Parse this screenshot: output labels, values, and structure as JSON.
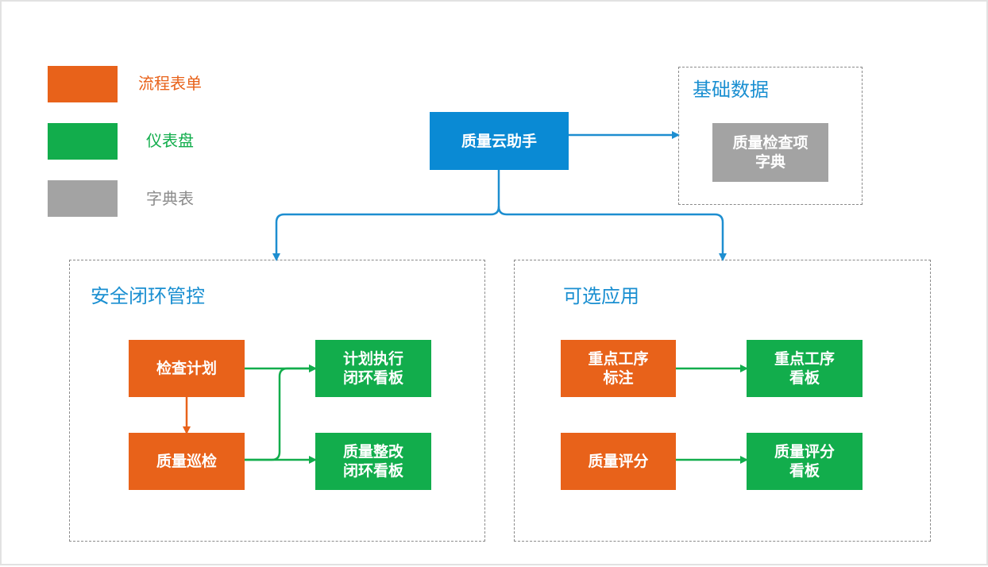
{
  "colors": {
    "process_form": "#e8621a",
    "dashboard": "#12ad4c",
    "dictionary": "#a3a3a3",
    "central": "#0a8ad4",
    "group_title": "#1a8fd1",
    "connector_blue": "#1d8ed0",
    "connector_green": "#12ad4c",
    "connector_orange": "#e8621a",
    "dashed_border": "#8a8a8a"
  },
  "legend": [
    {
      "label": "流程表单",
      "color": "#e8621a",
      "text_color": "#e8621a"
    },
    {
      "label": "仪表盘",
      "color": "#12ad4c",
      "text_color": "#12ad4c"
    },
    {
      "label": "字典表",
      "color": "#a3a3a3",
      "text_color": "#8c8c8c"
    }
  ],
  "central": {
    "label": "质量云助手"
  },
  "groups": {
    "basic_data": {
      "title": "基础数据"
    },
    "safety_loop": {
      "title": "安全闭环管控"
    },
    "optional_apps": {
      "title": "可选应用"
    }
  },
  "nodes": {
    "inspection_items_dict": {
      "lines": [
        "质量检查项",
        "字典"
      ]
    },
    "inspection_plan": {
      "lines": [
        "检查计划"
      ]
    },
    "quality_patrol": {
      "lines": [
        "质量巡检"
      ]
    },
    "plan_execution_board": {
      "lines": [
        "计划执行",
        "闭环看板"
      ]
    },
    "quality_rectification_board": {
      "lines": [
        "质量整改",
        "闭环看板"
      ]
    },
    "key_process_marking": {
      "lines": [
        "重点工序",
        "标注"
      ]
    },
    "key_process_board": {
      "lines": [
        "重点工序",
        "看板"
      ]
    },
    "quality_scoring": {
      "lines": [
        "质量评分"
      ]
    },
    "quality_scoring_board": {
      "lines": [
        "质量评分",
        "看板"
      ]
    }
  }
}
